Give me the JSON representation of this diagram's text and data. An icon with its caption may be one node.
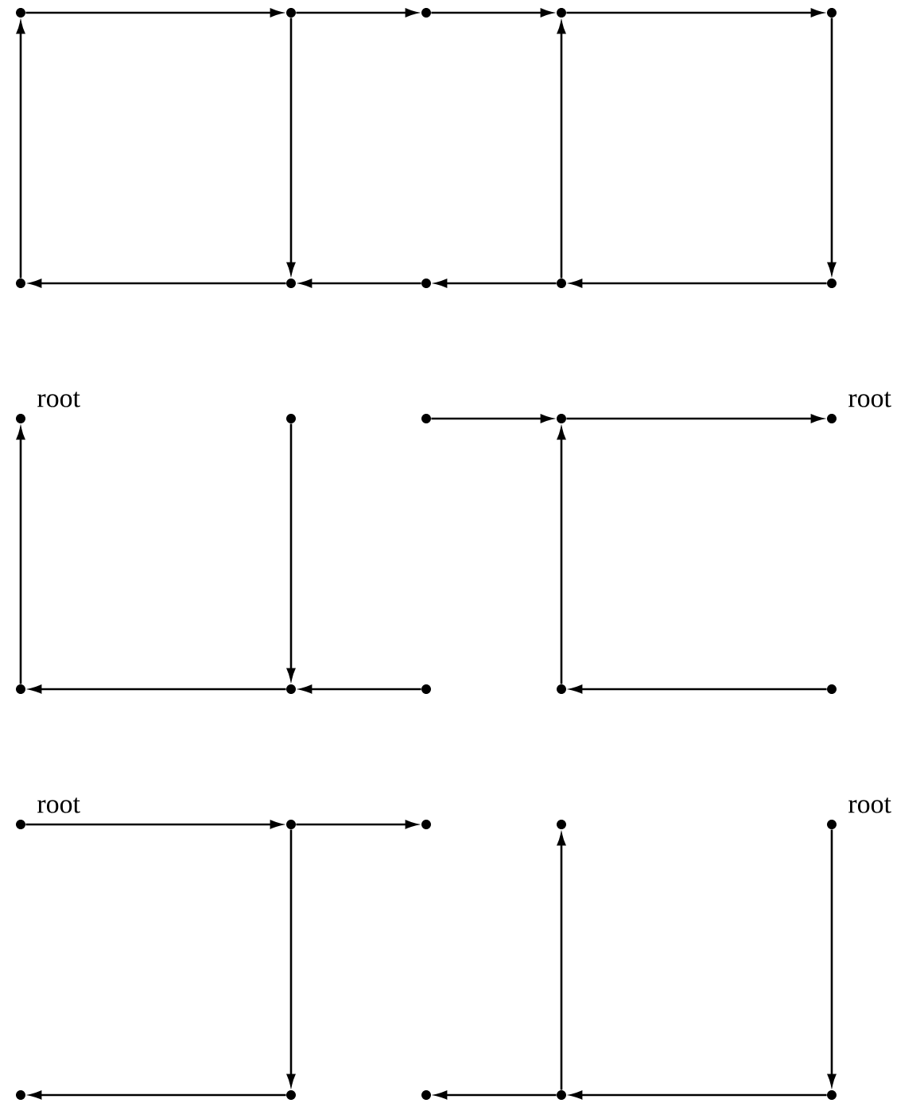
{
  "diagram": {
    "nodes": [
      {
        "text": [],
        "shape": "circle"
      },
      {
        "text": [],
        "shape": "circle"
      },
      {
        "text": [],
        "shape": "circle"
      },
      {
        "text": [],
        "shape": "circle"
      },
      {
        "text": [],
        "shape": "circle"
      },
      {
        "text": [],
        "shape": "circle"
      },
      {
        "text": [],
        "shape": "circle"
      },
      {
        "text": [],
        "shape": "circle"
      },
      {
        "text": [],
        "shape": "circle"
      },
      {
        "text": [],
        "shape": "circle"
      },
      {
        "text": [],
        "shape": "circle",
        "beside": [
          "root"
        ]
      },
      {
        "text": [],
        "shape": "circle"
      },
      {
        "text": [],
        "shape": "circle"
      },
      {
        "text": [],
        "shape": "circle"
      },
      {
        "text": [],
        "shape": "circle",
        "beside": [
          "root"
        ]
      },
      {
        "text": [],
        "shape": "circle"
      },
      {
        "text": [],
        "shape": "circle"
      },
      {
        "text": [],
        "shape": "circle"
      },
      {
        "text": [],
        "shape": "circle"
      },
      {
        "text": [],
        "shape": "circle"
      },
      {
        "text": [],
        "shape": "circle",
        "beside": [
          "root"
        ]
      },
      {
        "text": [],
        "shape": "circle"
      },
      {
        "text": [],
        "shape": "circle"
      },
      {
        "text": [],
        "shape": "circle"
      },
      {
        "text": [],
        "shape": "circle",
        "beside": [
          "root"
        ]
      },
      {
        "text": [],
        "shape": "circle"
      },
      {
        "text": [],
        "shape": "circle"
      },
      {
        "text": [],
        "shape": "circle"
      },
      {
        "text": [],
        "shape": "circle"
      },
      {
        "text": [],
        "shape": "circle"
      }
    ],
    "edges": [
      {
        "from": 5,
        "to": 0,
        "arrow": "to"
      },
      {
        "from": 0,
        "to": 1,
        "arrow": "to"
      },
      {
        "from": 1,
        "to": 2,
        "arrow": "to"
      },
      {
        "from": 2,
        "to": 3,
        "arrow": "to"
      },
      {
        "from": 3,
        "to": 4,
        "arrow": "to"
      },
      {
        "from": 1,
        "to": 6,
        "arrow": "to"
      },
      {
        "from": 8,
        "to": 3,
        "arrow": "to"
      },
      {
        "from": 4,
        "to": 9,
        "arrow": "to"
      },
      {
        "from": 6,
        "to": 5,
        "arrow": "to"
      },
      {
        "from": 7,
        "to": 6,
        "arrow": "to"
      },
      {
        "from": 8,
        "to": 7,
        "arrow": "to"
      },
      {
        "from": 9,
        "to": 8,
        "arrow": "to"
      },
      {
        "from": 15,
        "to": 10,
        "arrow": "to"
      },
      {
        "from": 11,
        "to": 16,
        "arrow": "to"
      },
      {
        "from": 16,
        "to": 15,
        "arrow": "to"
      },
      {
        "from": 17,
        "to": 16,
        "arrow": "to"
      },
      {
        "from": 12,
        "to": 13,
        "arrow": "to"
      },
      {
        "from": 13,
        "to": 14,
        "arrow": "to"
      },
      {
        "from": 18,
        "to": 13,
        "arrow": "to"
      },
      {
        "from": 19,
        "to": 18,
        "arrow": "to"
      },
      {
        "from": 20,
        "to": 21,
        "arrow": "to"
      },
      {
        "from": 21,
        "to": 22,
        "arrow": "to"
      },
      {
        "from": 21,
        "to": 26,
        "arrow": "to"
      },
      {
        "from": 26,
        "to": 25,
        "arrow": "to"
      },
      {
        "from": 28,
        "to": 23,
        "arrow": "to"
      },
      {
        "from": 24,
        "to": 29,
        "arrow": "to"
      },
      {
        "from": 29,
        "to": 28,
        "arrow": "to"
      },
      {
        "from": 28,
        "to": 27,
        "arrow": "to"
      }
    ]
  }
}
